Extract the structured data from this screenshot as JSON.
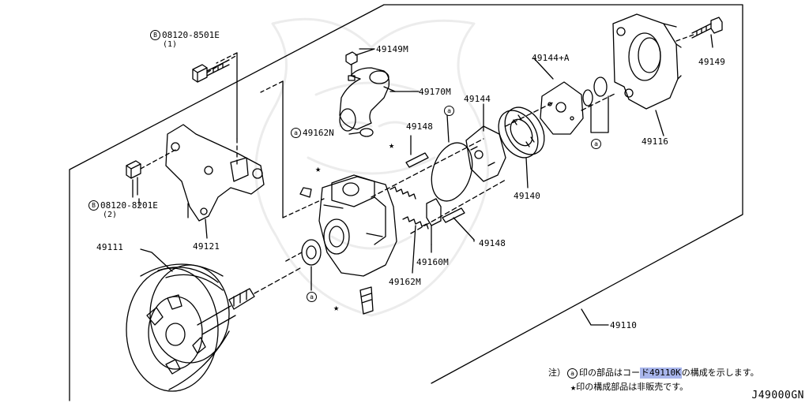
{
  "labels": {
    "bolt_upper_code": "08120-8501E",
    "bolt_upper_qty": "(1)",
    "bolt_lower_code": "08120-8201E",
    "bolt_lower_qty": "(2)",
    "bracket": "49121",
    "pulley": "49111",
    "bolt_fitting": "49149M",
    "suction_pipe": "49170M",
    "oring_n": "49162N",
    "pin_upper": "49148",
    "pin_lower": "49148",
    "plate_front": "49144",
    "plate_rear": "49144+A",
    "rotor": "49140",
    "bolt_cover": "49149",
    "cover": "49116",
    "valve": "49160M",
    "spring": "49162M",
    "pump_assembly": "49110",
    "circle_marker": "a",
    "bolt_marker": "B"
  },
  "notes": {
    "prefix": "注）",
    "line1_before": "印の部品はコー",
    "line1_highlight": "ド49110K",
    "line1_after": "の構成を示します。",
    "line2": "印の構成部品は非販売です。"
  },
  "drawing_code": "J49000GN",
  "highlight_color": "#a9b6ec"
}
